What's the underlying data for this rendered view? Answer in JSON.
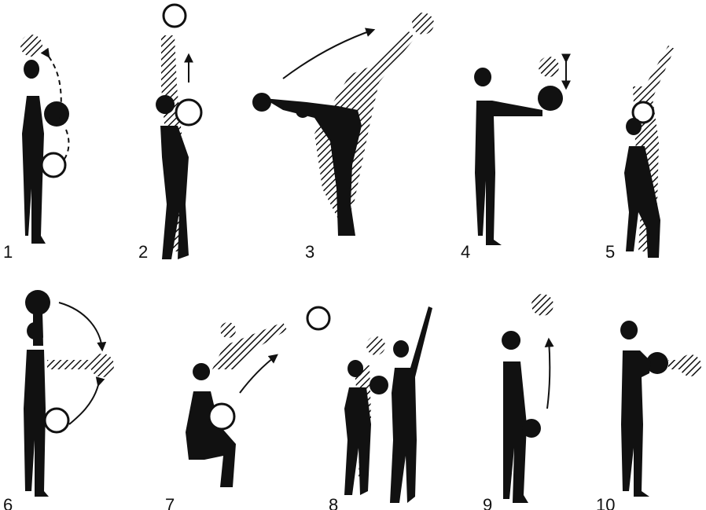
{
  "figures": [
    {
      "id": 1,
      "number": "1"
    },
    {
      "id": 2,
      "number": "2"
    },
    {
      "id": 3,
      "number": "3"
    },
    {
      "id": 4,
      "number": "4"
    },
    {
      "id": 5,
      "number": "5"
    },
    {
      "id": 6,
      "number": "6"
    },
    {
      "id": 7,
      "number": "7"
    },
    {
      "id": 8,
      "number": "8"
    },
    {
      "id": 9,
      "number": "9"
    },
    {
      "id": 10,
      "number": "10"
    }
  ],
  "colors": {
    "ink": "#111111",
    "paper": "#ffffff"
  }
}
